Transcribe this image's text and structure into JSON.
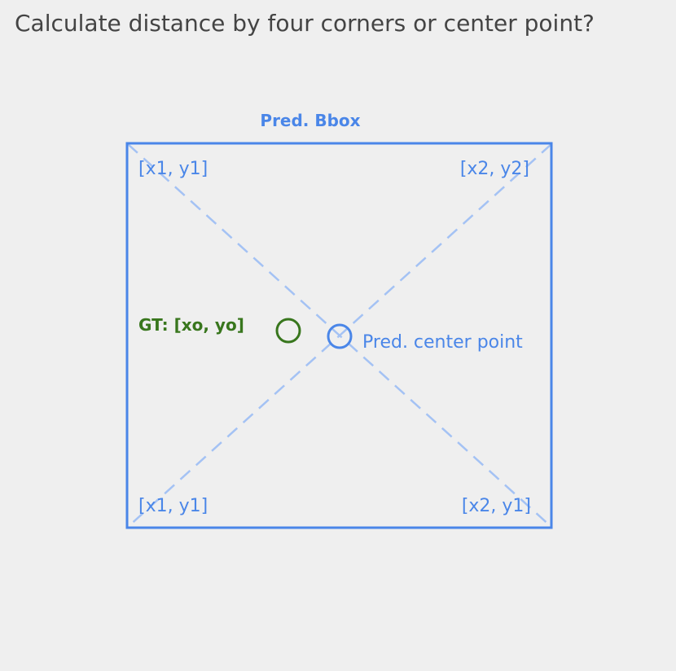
{
  "title": "Calculate distance by four corners or center point?",
  "pred_bbox_label": "Pred. Bbox",
  "corners": {
    "top_left": "[x1, y1]",
    "top_right": "[x2, y2]",
    "bottom_left": "[x1, y1]",
    "bottom_right": "[x2, y1]"
  },
  "gt_label": "GT: [xo, yo]",
  "pred_center_label": "Pred. center point",
  "colors": {
    "bbox": "#4a86e8",
    "diagonal": "#a4c2f4",
    "gt": "#38761d",
    "pred_center": "#4a86e8",
    "background": "#efefef"
  }
}
